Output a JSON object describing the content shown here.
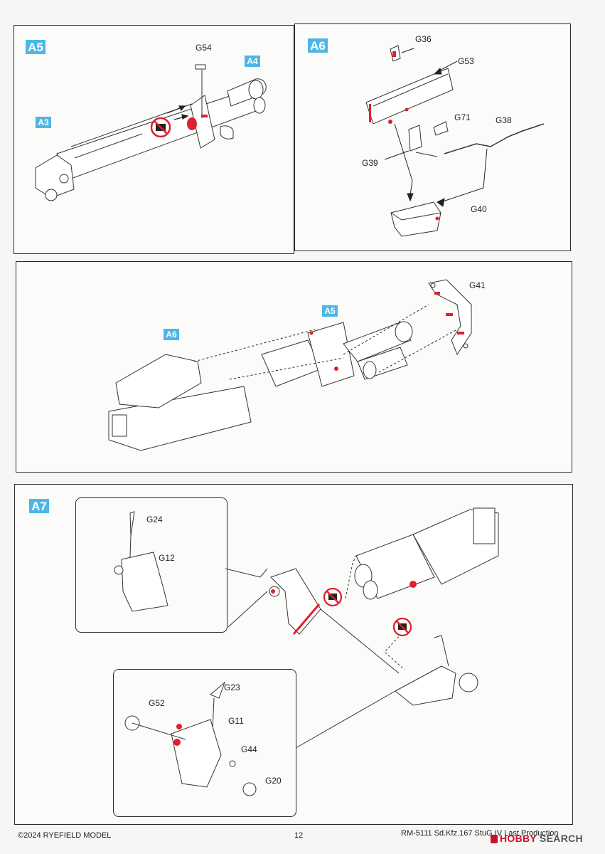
{
  "steps": {
    "a5": "A5",
    "a6": "A6",
    "a7": "A7"
  },
  "callouts": {
    "a3": "A3",
    "a4": "A4",
    "a5": "A5",
    "a6": "A6"
  },
  "parts": {
    "g54": "G54",
    "g36": "G36",
    "g53": "G53",
    "g71": "G71",
    "g38": "G38",
    "g39": "G39",
    "g40": "G40",
    "g41": "G41",
    "g24": "G24",
    "g12": "G12",
    "g23": "G23",
    "g52": "G52",
    "g11": "G11",
    "g44": "G44",
    "g20": "G20"
  },
  "footer": {
    "copyright": "©2024 RYEFIELD MODEL",
    "page_number": "12",
    "product": "RM-5111 Sd.Kfz.167 StuG.IV Last Production"
  },
  "watermark": {
    "brand_red": "HOBBY",
    "brand_gray": "SEARCH"
  },
  "colors": {
    "step_tag": "#4db6e6",
    "glue_red": "#e0202a"
  },
  "icons": [
    "no-glue-icon",
    "watermark-logo-icon"
  ]
}
